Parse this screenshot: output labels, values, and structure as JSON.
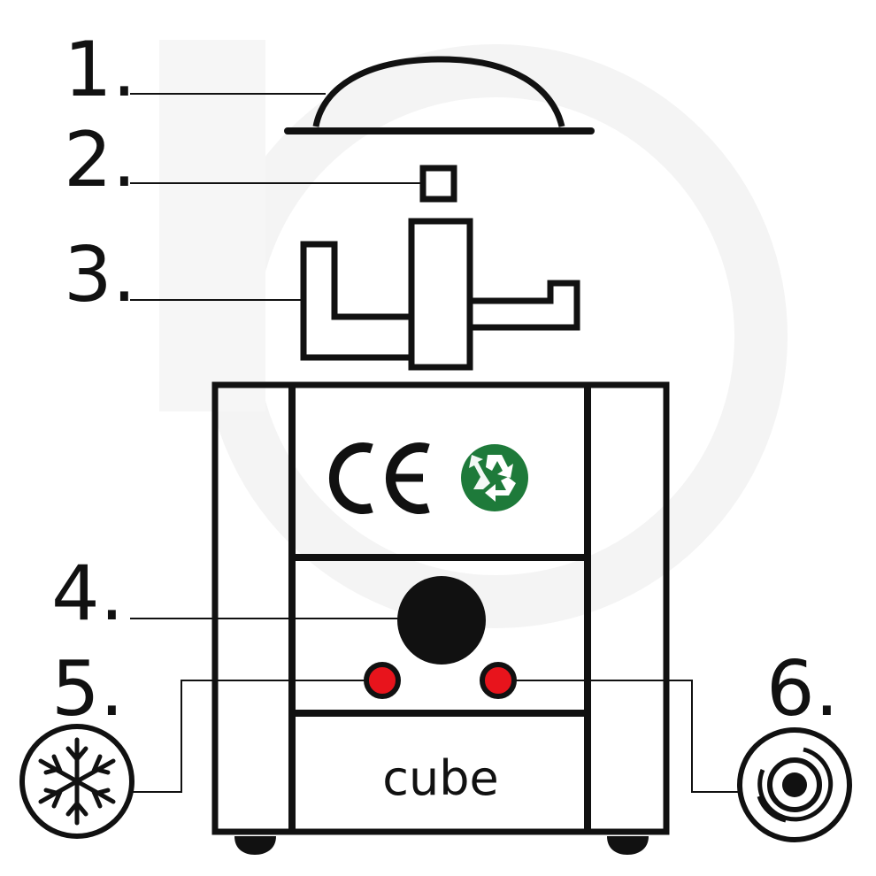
{
  "diagram": {
    "callouts": [
      {
        "label": "1.",
        "part": "lid"
      },
      {
        "label": "2.",
        "part": "cap"
      },
      {
        "label": "3.",
        "part": "blade"
      },
      {
        "label": "4.",
        "part": "main-button"
      },
      {
        "label": "5.",
        "part": "cold-mode-indicator"
      },
      {
        "label": "6.",
        "part": "rotation-mode-indicator"
      }
    ],
    "brand_text": "cube",
    "marks": {
      "ce_mark": "CE",
      "recycle_icon": "recycle-icon",
      "snowflake_icon": "snowflake-icon",
      "rotation_icon": "rotation-icon"
    },
    "colors": {
      "outline": "#111111",
      "indicator_red": "#e8141c",
      "recycle_green": "#1e7a3a",
      "watermark": "#f3f3f3"
    }
  }
}
